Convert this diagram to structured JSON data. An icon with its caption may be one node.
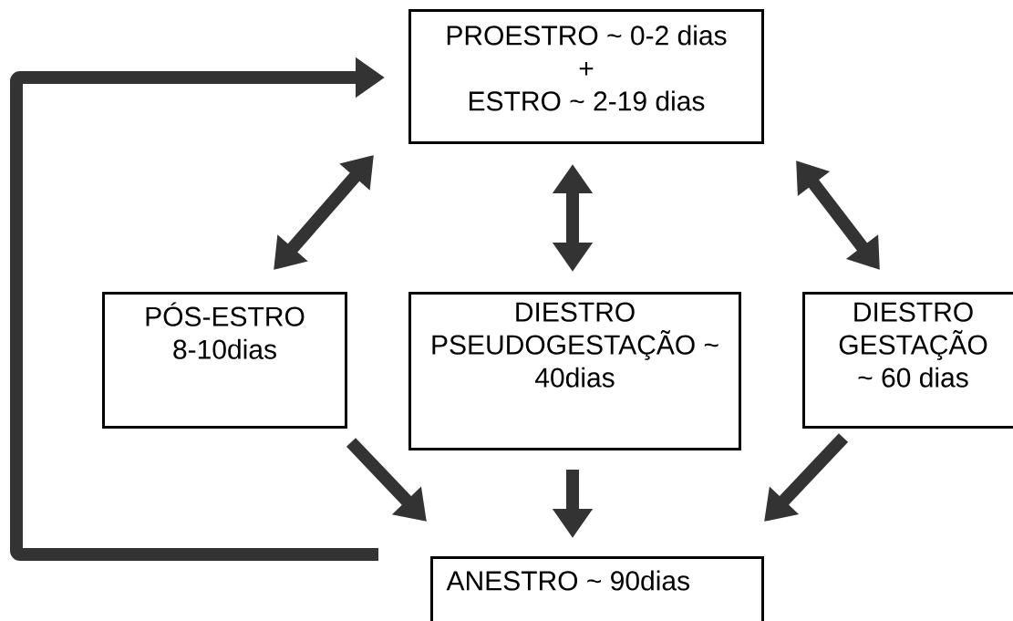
{
  "diagram": {
    "nodes": [
      {
        "text": [
          "PROESTRO ~ 0-2 dias",
          "+",
          "ESTRO ~ 2-19 dias"
        ]
      },
      {
        "text": [
          "PÓS-ESTRO 8-10dias"
        ]
      },
      {
        "text": [
          "DIESTRO PSEUDOGESTAÇÃO ~ 40dias"
        ]
      },
      {
        "text": [
          "DIESTRO GESTAÇÃO ~ 60 dias"
        ]
      },
      {
        "text": [
          "ANESTRO ~ 90dias"
        ]
      }
    ],
    "edges": [
      {
        "from": 0,
        "to": 1,
        "arrow": "both"
      },
      {
        "from": 0,
        "to": 2,
        "arrow": "both"
      },
      {
        "from": 0,
        "to": 3,
        "arrow": "both"
      },
      {
        "from": 1,
        "to": 4,
        "arrow": "to"
      },
      {
        "from": 2,
        "to": 4,
        "arrow": "to"
      },
      {
        "from": 3,
        "to": 4,
        "arrow": "to"
      },
      {
        "from": 4,
        "to": 0,
        "arrow": "to"
      }
    ]
  }
}
